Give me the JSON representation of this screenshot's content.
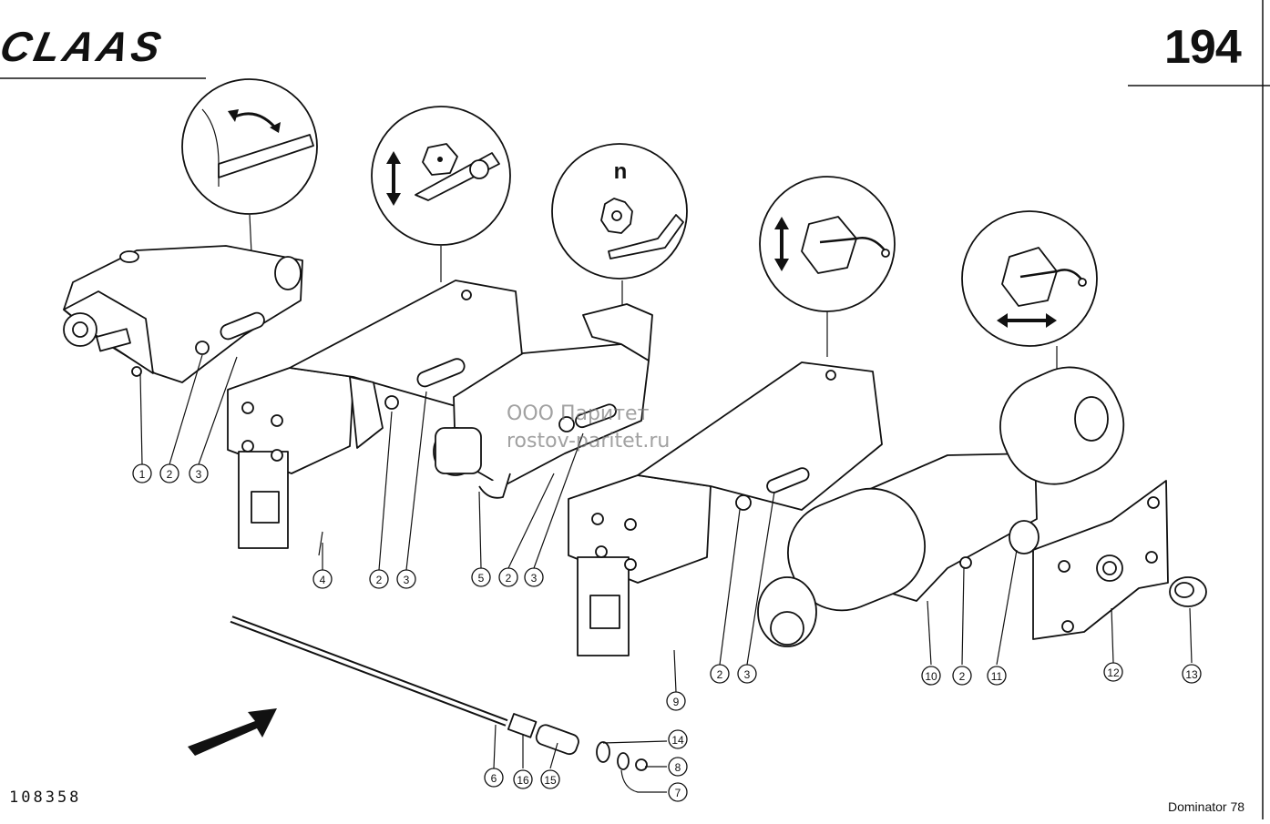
{
  "header": {
    "logo_text": "CLAAS",
    "page_number": "194"
  },
  "footer": {
    "drawing_number": "108358",
    "model": "Dominator 78"
  },
  "watermark": {
    "line1": "ООО Паритет",
    "line2": "rostov-paritet.ru"
  },
  "callouts": [
    "1",
    "2",
    "3",
    "4",
    "2",
    "3",
    "5",
    "2",
    "3",
    "9",
    "2",
    "3",
    "10",
    "2",
    "11",
    "12",
    "13",
    "6",
    "16",
    "15",
    "14",
    "8",
    "7"
  ],
  "symbol_icons": [
    "tilt-arrow-icon",
    "height-hexagon-icon",
    "rpm-n-icon",
    "height-hydraulic-icon",
    "lateral-hydraulic-icon"
  ],
  "symbol_text": {
    "rpm": "n"
  }
}
